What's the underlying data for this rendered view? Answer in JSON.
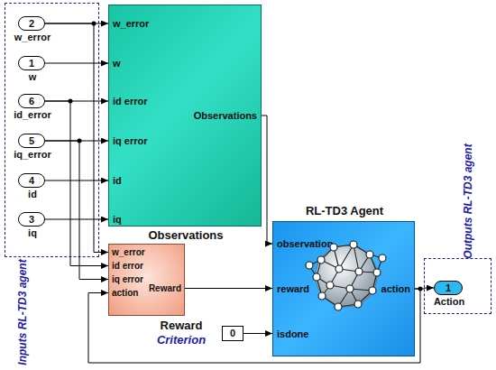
{
  "diagram": {
    "nodes": [
      {
        "text": [
          "Inputs RL-TD3 agent"
        ]
      },
      {
        "text": [
          "2",
          "w_error"
        ],
        "in": 0
      },
      {
        "text": [
          "1",
          "w"
        ],
        "in": 0
      },
      {
        "text": [
          "6",
          "id_error"
        ],
        "in": 0
      },
      {
        "text": [
          "5",
          "iq_error"
        ],
        "in": 0
      },
      {
        "text": [
          "4",
          "id"
        ],
        "in": 0
      },
      {
        "text": [
          "3",
          "iq"
        ],
        "in": 0
      },
      {
        "text": [
          "w_error",
          "w",
          "id error",
          "iq error",
          "id",
          "iq",
          "Observations",
          "Observations"
        ]
      },
      {
        "text": [
          "w_error",
          "id error",
          "iq error",
          "action",
          "Reward",
          "Reward",
          "Criterion"
        ]
      },
      {
        "text": [
          "RL-TD3 Agent",
          "observation",
          "reward",
          "isdone",
          "action"
        ]
      },
      {
        "text": [
          "0"
        ]
      },
      {
        "text": [
          "Outputs RL-TD3 agent"
        ]
      },
      {
        "text": [
          "1",
          "Action"
        ],
        "in": 11
      }
    ],
    "edges": [
      {
        "from": 1,
        "to": 7,
        "arrow": "to"
      },
      {
        "from": 2,
        "to": 7,
        "arrow": "to"
      },
      {
        "from": 3,
        "to": 7,
        "arrow": "to"
      },
      {
        "from": 4,
        "to": 7,
        "arrow": "to"
      },
      {
        "from": 5,
        "to": 7,
        "arrow": "to"
      },
      {
        "from": 6,
        "to": 7,
        "arrow": "to"
      },
      {
        "from": 1,
        "to": 8,
        "arrow": "to"
      },
      {
        "from": 3,
        "to": 8,
        "arrow": "to"
      },
      {
        "from": 4,
        "to": 8,
        "arrow": "to"
      },
      {
        "from": 7,
        "to": 9,
        "arrow": "to"
      },
      {
        "from": 8,
        "to": 9,
        "arrow": "to"
      },
      {
        "from": 10,
        "to": 9,
        "arrow": "to"
      },
      {
        "from": 9,
        "to": 12,
        "arrow": "to"
      },
      {
        "from": 9,
        "to": 8,
        "arrow": "to"
      }
    ]
  }
}
